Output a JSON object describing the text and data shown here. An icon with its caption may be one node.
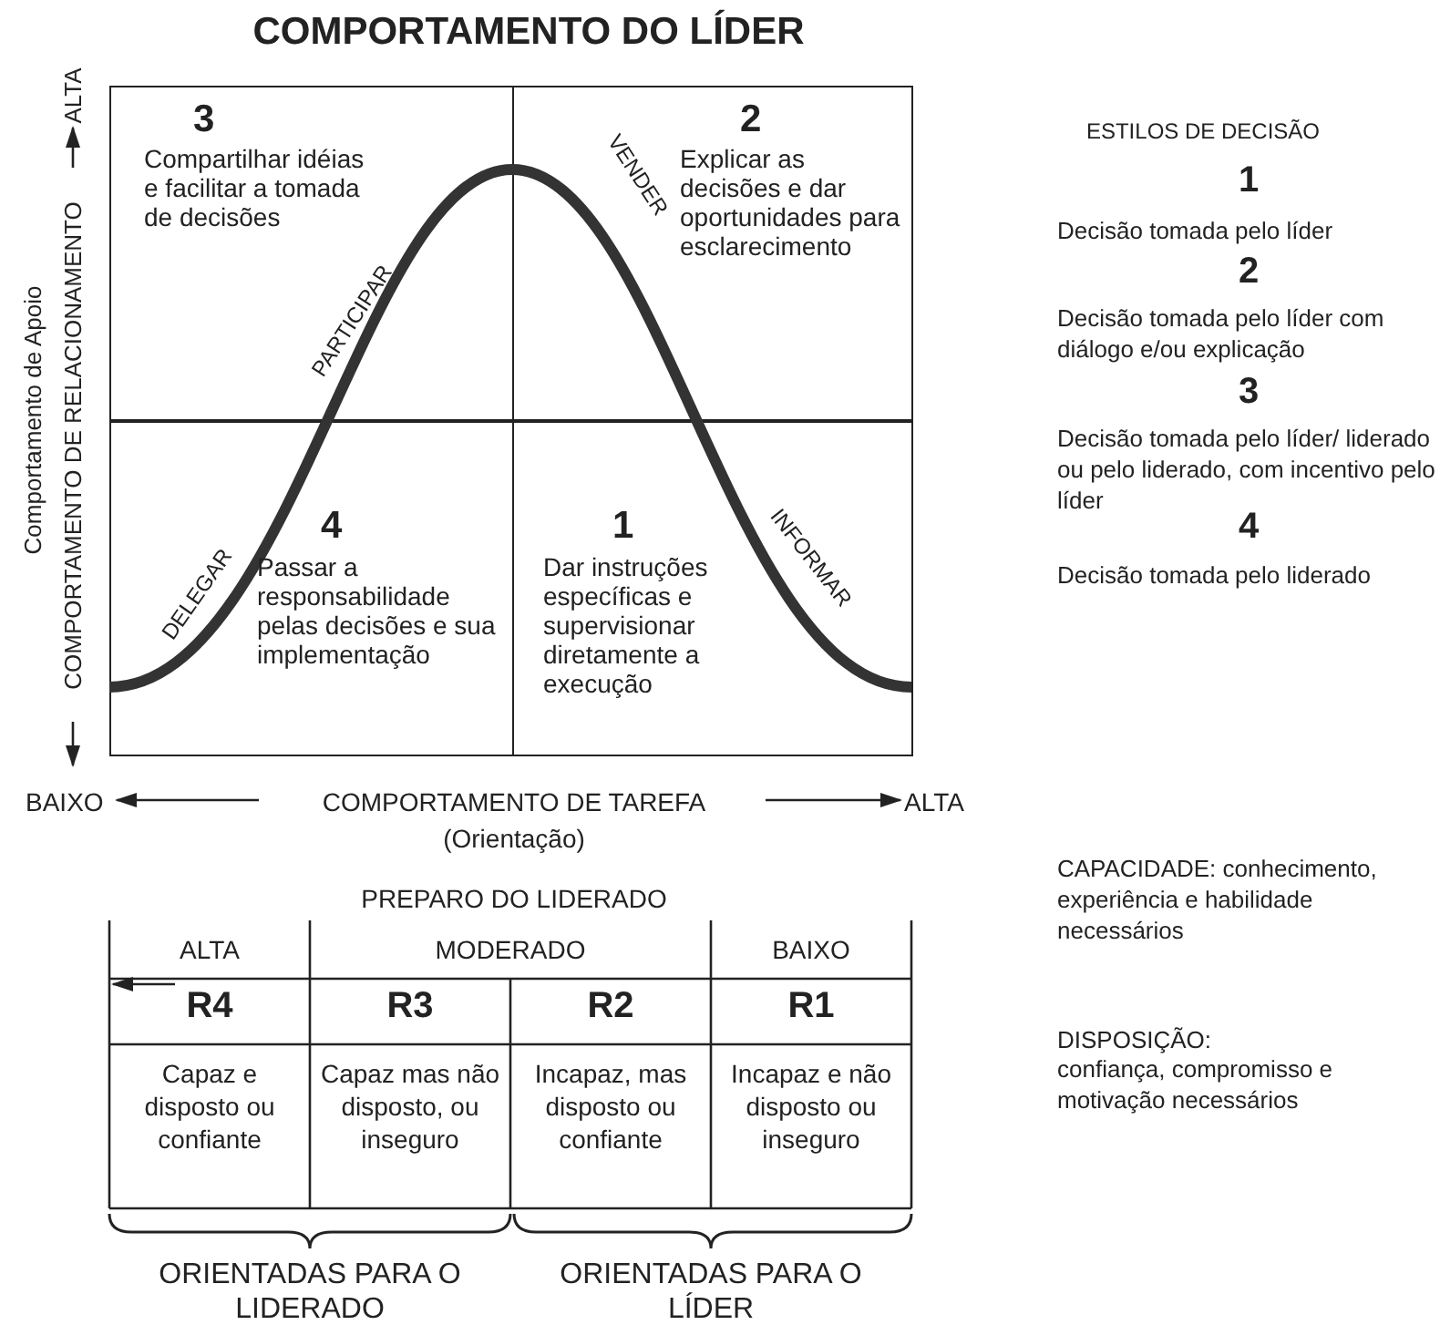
{
  "diagram": {
    "title": "COMPORTAMENTO DO LÍDER",
    "nodes": [
      {
        "text": [
          "3",
          "Compartilhar idéias e facilitar a tomada de decisões"
        ]
      },
      {
        "text": [
          "2",
          "Explicar as decisões e dar oportunidades para esclarecimento"
        ]
      },
      {
        "text": [
          "4",
          "Passar a responsabilidade pelas decisões e sua implementação"
        ]
      },
      {
        "text": [
          "1",
          "Dar instruções específicas e supervisionar diretamente a execução"
        ]
      }
    ],
    "labels": [
      "PARTICIPAR",
      "VENDER",
      "DELEGAR",
      "INFORMAR",
      "ESTILOS DE DECISÃO",
      "1",
      "Decisão tomada pelo líder",
      "2",
      "Decisão tomada pelo líder com diálogo e/ou explicação",
      "3",
      "Decisão tomada pelo líder/ liderado ou pelo liderado, com incentivo pelo líder",
      "4",
      "Decisão tomada pelo liderado",
      "Comportamento de Apoio",
      "COMPORTAMENTO DE RELACIONAMENTO",
      "ALTA",
      "BAIXO",
      "COMPORTAMENTO DE TAREFA",
      "ALTA",
      "(Orientação)",
      "CAPACIDADE: conhecimento, experiência e habilidade necessários",
      "PREPARO DO LIDERADO",
      "ALTA",
      "MODERADO",
      "BAIXO",
      "R4",
      "R3",
      "R2",
      "R1",
      "Capaz e disposto ou confiante",
      "Capaz mas não disposto, ou inseguro",
      "Incapaz, mas disposto ou confiante",
      "Incapaz e não disposto ou inseguro",
      "DISPOSIÇÃO:",
      "confiança, compromisso e motivação necessários",
      "ORIENTADAS PARA O LIDERADO",
      "ORIENTADAS PARA O LÍDER"
    ]
  }
}
